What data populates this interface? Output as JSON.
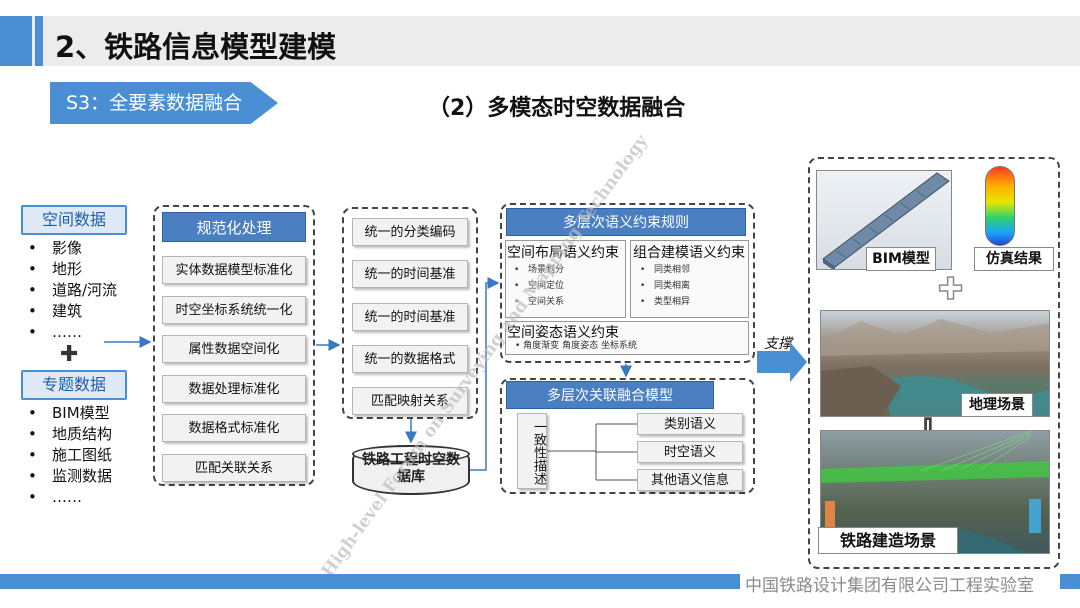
{
  "header": {
    "title": "2、铁路信息模型建模"
  },
  "step": {
    "label": "S3：全要素数据融合"
  },
  "section": {
    "title": "（2）多模态时空数据融合"
  },
  "spatial": {
    "title": "空间数据",
    "items": [
      "影像",
      "地形",
      "道路/河流",
      "建筑",
      "……"
    ]
  },
  "thematic": {
    "title": "专题数据",
    "items": [
      "BIM模型",
      "地质结构",
      "施工图纸",
      "监测数据",
      "……"
    ]
  },
  "normalize": {
    "title": "规范化处理",
    "items": [
      "实体数据模型标准化",
      "时空坐标系统统一化",
      "属性数据空间化",
      "数据处理标准化",
      "数据格式标准化",
      "匹配关联关系"
    ]
  },
  "unify": {
    "items": [
      "统一的分类编码",
      "统一的时间基准",
      "统一的时间基准",
      "统一的数据格式",
      "匹配映射关系"
    ]
  },
  "database": {
    "label": "铁路工程时空数据库"
  },
  "rules": {
    "title": "多层次语义约束规则",
    "spatial_layout": {
      "title": "空间布局语义约束",
      "items": [
        "场景划分",
        "空间定位",
        "空间关系"
      ]
    },
    "combined": {
      "title": "组合建模语义约束",
      "items": [
        "同类相邻",
        "同类相离",
        "类型相异"
      ]
    },
    "posture": {
      "title": "空间姿态语义约束",
      "items": [
        "角度渐变",
        "角度姿态",
        "坐标系统"
      ]
    }
  },
  "fusion": {
    "title": "多层次关联融合模型",
    "consistency": "一致性描述",
    "items": [
      "类别语义",
      "时空语义",
      "其他语义信息"
    ]
  },
  "support": {
    "label": "支撑"
  },
  "results": {
    "bim": "BIM模型",
    "sim": "仿真结果",
    "geo": "地理场景",
    "rail": "铁路建造场景"
  },
  "watermark": {
    "text": "High-level Forum on Surveying and Mapping Technology"
  },
  "footer": {
    "text": "中国铁路设计集团有限公司工程实验室"
  },
  "colors": {
    "accent": "#4a8fd4",
    "header_box": "#4a7fc2",
    "label_fill": "#dfe9f6"
  }
}
